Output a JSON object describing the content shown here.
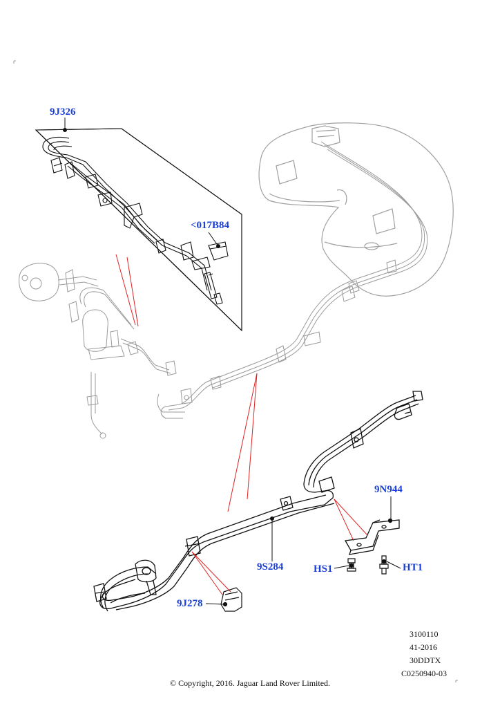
{
  "callouts": {
    "c1": "9J326",
    "c2": "<017B84",
    "c3": "9N944",
    "c4": "9S284",
    "c5": "HS1",
    "c6": "HT1",
    "c7": "9J278"
  },
  "info": {
    "line1": "3100110",
    "line2": "41-2016",
    "line3": "30DDTX",
    "line4": "C0250940-03"
  },
  "copyright": "© Copyright, 2016. Jaguar Land Rover Limited.",
  "colors": {
    "callout": "#1a3fd6",
    "leader": "#e02020",
    "line": "#111111",
    "faint": "#9a9a9a"
  }
}
